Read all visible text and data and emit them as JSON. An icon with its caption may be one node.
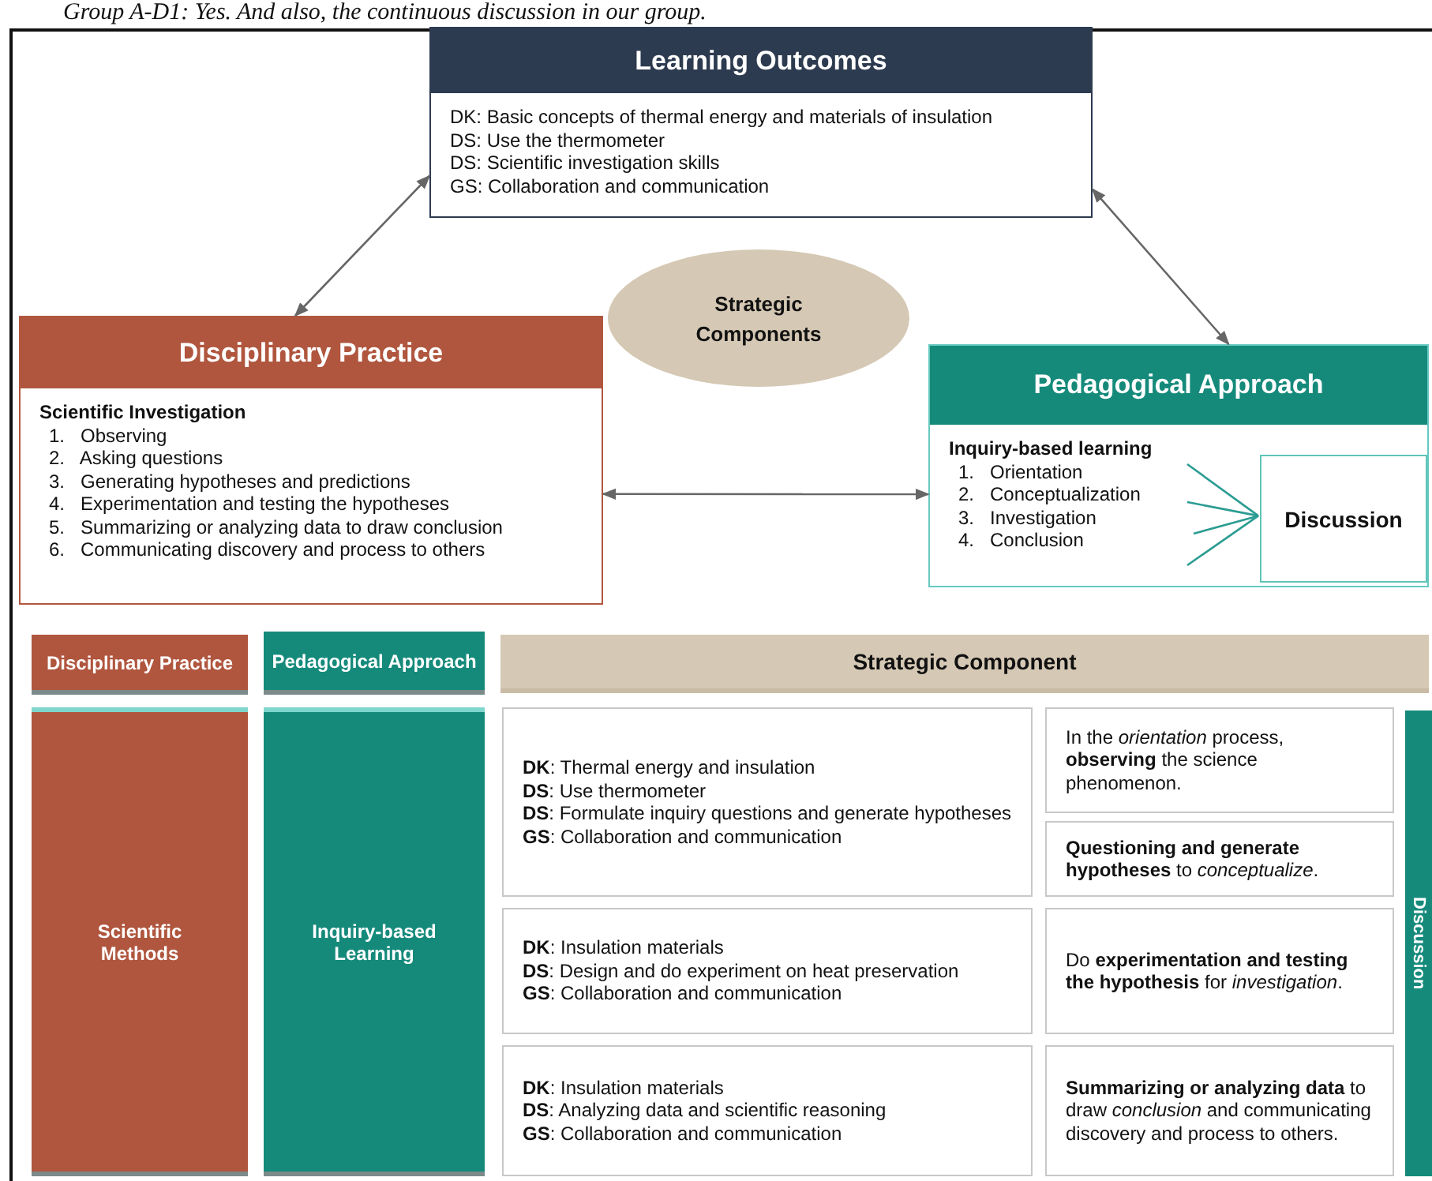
{
  "diagram": {
    "nodes": [
      {
        "text": [
          "Learning Outcomes",
          "DK: Basic concepts of thermal energy and materials of insulation",
          "DS: Use the thermometer",
          "DS: Scientific investigation skills",
          "GS: Collaboration and communication"
        ]
      },
      {
        "text": [
          "Strategic Components"
        ]
      },
      {
        "text": [
          "Disciplinary Practice",
          "Scientific Investigation",
          "1. Observing",
          "2. Asking questions",
          "3. Generating hypotheses and predictions",
          "4. Experimentation and testing the hypotheses",
          "5. Summarizing or analyzing data to draw conclusion",
          "6. Communicating discovery and process to others"
        ]
      },
      {
        "text": [
          "Pedagogical Approach",
          "Inquiry-based learning",
          "1. Orientation",
          "2. Conceptualization",
          "3. Investigation",
          "4. Conclusion"
        ]
      },
      {
        "text": [
          "Discussion"
        ],
        "in": 3
      },
      {
        "text": [
          "Disciplinary Practice"
        ]
      },
      {
        "text": [
          "Pedagogical Approach"
        ]
      },
      {
        "text": [
          "Strategic Component"
        ]
      },
      {
        "text": [
          "Scientific Methods"
        ]
      },
      {
        "text": [
          "Inquiry-based Learning"
        ]
      },
      {
        "text": [
          "**DK**: Thermal energy and insulation",
          "**DS**: Use thermometer",
          "**DS**: Formulate inquiry questions and generate hypotheses",
          "**GS**: Collaboration and communication"
        ]
      },
      {
        "text": [
          "In the *orientation* process, **observing** the science phenomenon."
        ]
      },
      {
        "text": [
          "**Questioning and generate hypotheses** to *conceptualize*."
        ]
      },
      {
        "text": [
          "**DK**: Insulation materials",
          "**DS**: Design and do experiment on heat preservation",
          "**GS**: Collaboration and communication"
        ]
      },
      {
        "text": [
          "Do **experimentation and testing the hypothesis** for *investigation*."
        ]
      },
      {
        "text": [
          "**DK**: Insulation materials",
          "**DS**: Analyzing data and scientific reasoning",
          "**GS**: Collaboration and communication"
        ]
      },
      {
        "text": [
          "**Summarizing or analyzing data** to draw *conclusion* and communicating discovery and process to others."
        ]
      },
      {
        "text": [
          "Discussion"
        ]
      }
    ],
    "edges": [
      {
        "from": 0,
        "to": 2,
        "arrow": "both"
      },
      {
        "from": 0,
        "to": 3,
        "arrow": "both"
      },
      {
        "from": 2,
        "to": 3,
        "arrow": "both"
      },
      {
        "from": null,
        "to": 4,
        "arrow": "none"
      },
      {
        "from": null,
        "to": 4,
        "arrow": "none"
      },
      {
        "from": null,
        "to": 4,
        "arrow": "none"
      },
      {
        "from": null,
        "to": 4,
        "arrow": "none"
      }
    ],
    "labels": [
      "Group A-D1: Yes. And also, the continuous discussion in our group."
    ]
  }
}
